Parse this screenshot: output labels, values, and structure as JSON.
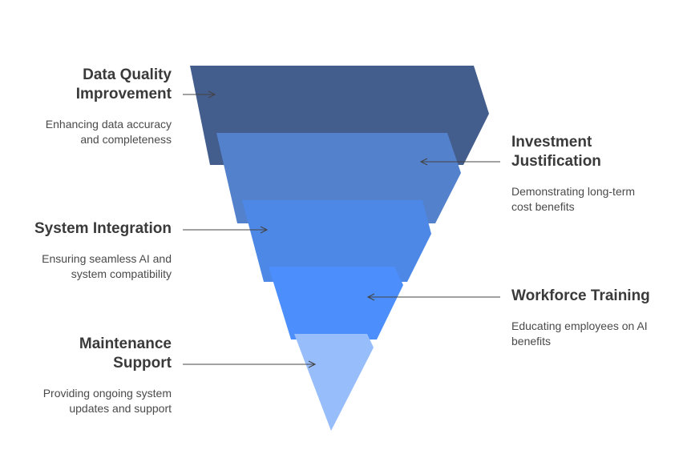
{
  "colors": {
    "stage_1": "#435d8d",
    "stage_2": "#5381cc",
    "stage_3": "#4e88e6",
    "stage_4": "#4b8efc",
    "stage_5": "#97bdfb",
    "connector": "#444444",
    "title_text": "#3a3a3a",
    "desc_text": "#4a4a4a"
  },
  "stages": [
    {
      "title": "Data Quality\nImprovement",
      "description": "Enhancing data accuracy\nand completeness"
    },
    {
      "title": "Investment\nJustification",
      "description": "Demonstrating long-term\ncost benefits"
    },
    {
      "title": "System Integration",
      "description": "Ensuring seamless AI and\nsystem compatibility"
    },
    {
      "title": "Workforce Training",
      "description": "Educating employees on AI\nbenefits"
    },
    {
      "title": "Maintenance\nSupport",
      "description": "Providing ongoing system\nupdates and support"
    }
  ]
}
